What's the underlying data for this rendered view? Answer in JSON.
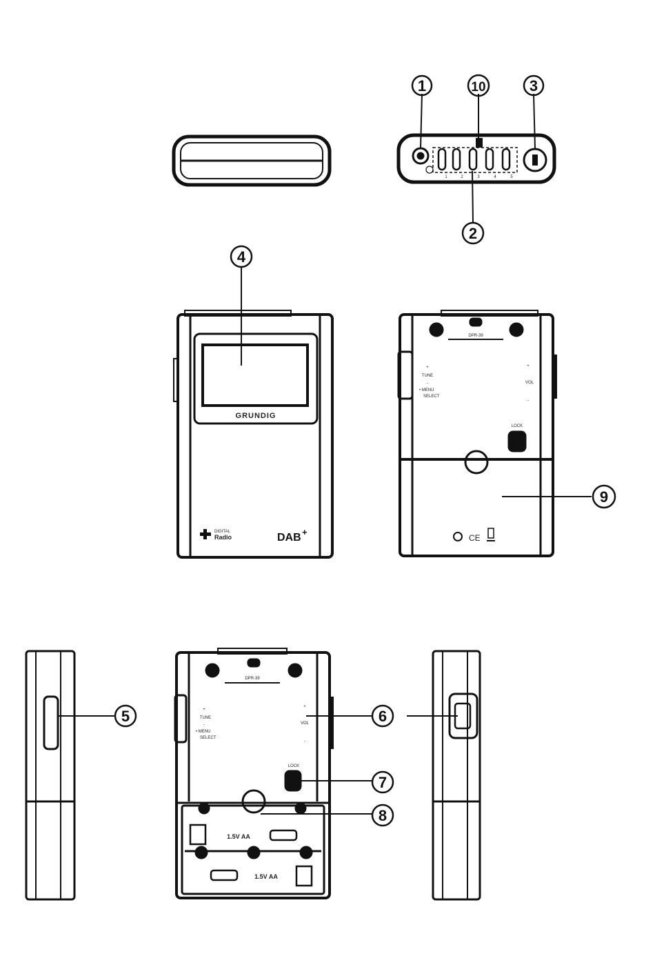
{
  "callouts": [
    {
      "id": "c1",
      "label": "1"
    },
    {
      "id": "c10",
      "label": "10"
    },
    {
      "id": "c3",
      "label": "3"
    },
    {
      "id": "c2",
      "label": "2"
    },
    {
      "id": "c4",
      "label": "4"
    },
    {
      "id": "c9",
      "label": "9"
    },
    {
      "id": "c5",
      "label": "5"
    },
    {
      "id": "c6",
      "label": "6"
    },
    {
      "id": "c7",
      "label": "7"
    },
    {
      "id": "c8",
      "label": "8"
    }
  ],
  "top_view": {
    "preset_numbers": [
      "1",
      "2",
      "3",
      "4",
      "5"
    ]
  },
  "front_view": {
    "brand": "GRUNDIG",
    "digital_radio_top": "DIGITAL",
    "digital_radio_bottom": "Radio",
    "dab_logo": "DAB",
    "dab_plus": "+"
  },
  "back_view": {
    "model": "DPR-39",
    "tune_plus": "+",
    "tune_label": "TUNE",
    "tune_minus": "-",
    "menu_label": "• MENU",
    "select_label": "SELECT",
    "vol_plus": "+",
    "vol_label": "VOL",
    "vol_minus": "-",
    "lock_label": "LOCK",
    "ce_mark": "CE"
  },
  "open_view": {
    "model": "DPR-39",
    "tune_plus": "+",
    "tune_label": "TUNE",
    "tune_minus": "-",
    "menu_label": "• MENU",
    "select_label": "SELECT",
    "vol_plus": "+",
    "vol_label": "VOL",
    "vol_minus": "-",
    "lock_label": "LOCK",
    "battery_top": "1.5V AA",
    "battery_bottom": "1.5V AA"
  }
}
